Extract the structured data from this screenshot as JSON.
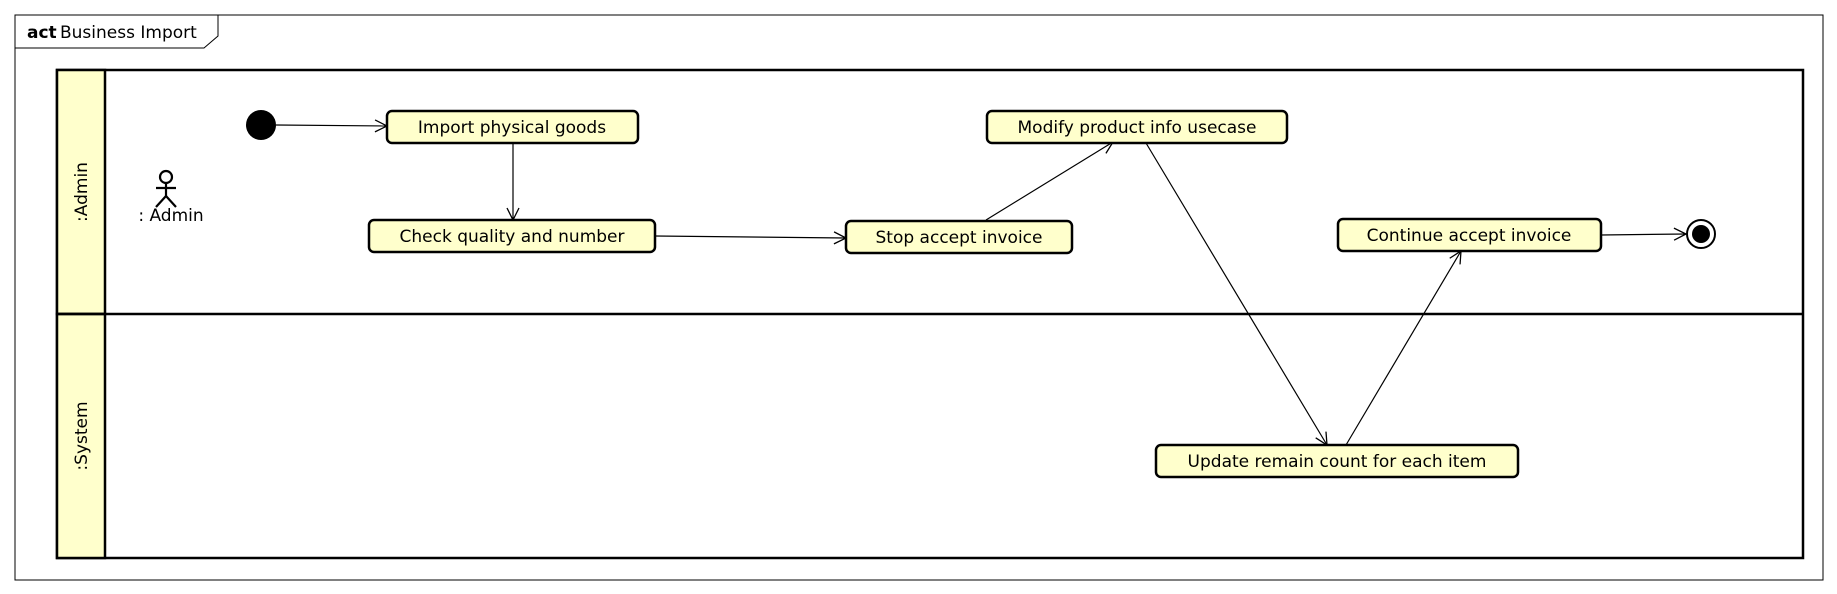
{
  "frame": {
    "keyword": "act",
    "title": "Business Import"
  },
  "lanes": [
    {
      "id": "admin",
      "label": ":Admin"
    },
    {
      "id": "system",
      "label": ":System"
    }
  ],
  "actor": {
    "label": ": Admin"
  },
  "actions": [
    {
      "id": "import",
      "lane": "admin",
      "label": "Import physical goods"
    },
    {
      "id": "check",
      "lane": "admin",
      "label": "Check quality and number"
    },
    {
      "id": "stop",
      "lane": "admin",
      "label": "Stop accept invoice"
    },
    {
      "id": "modify",
      "lane": "admin",
      "label": "Modify product info usecase"
    },
    {
      "id": "continue",
      "lane": "admin",
      "label": "Continue accept invoice"
    },
    {
      "id": "update",
      "lane": "system",
      "label": "Update remain count for each item"
    }
  ],
  "flows": [
    {
      "from": "initial",
      "to": "import"
    },
    {
      "from": "import",
      "to": "check"
    },
    {
      "from": "check",
      "to": "stop"
    },
    {
      "from": "stop",
      "to": "modify"
    },
    {
      "from": "modify",
      "to": "update"
    },
    {
      "from": "update",
      "to": "continue"
    },
    {
      "from": "continue",
      "to": "final"
    }
  ],
  "colors": {
    "lane_header_fill": "#ffffcc",
    "action_fill": "#ffffcc",
    "stroke": "#000000"
  }
}
